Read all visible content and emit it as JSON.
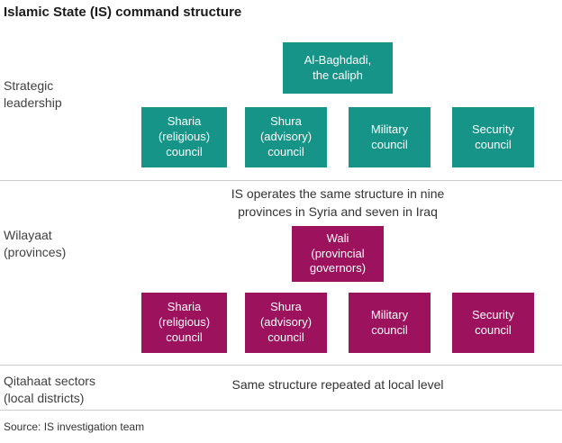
{
  "title": "Islamic State (IS) command structure",
  "colors": {
    "teal": "#169488",
    "magenta": "#9c125c"
  },
  "strategic": {
    "label": "Strategic\nleadership",
    "caliph": "Al-Baghdadi,\nthe caliph",
    "councils": [
      "Sharia\n(religious)\ncouncil",
      "Shura\n(advisory)\ncouncil",
      "Military\ncouncil",
      "Security\ncouncil"
    ]
  },
  "note": "IS operates the same structure in nine\nprovinces in Syria and seven in Iraq",
  "wilayaat": {
    "label": "Wilayaat\n(provinces)",
    "wali": "Wali\n(provincial\ngovernors)",
    "councils": [
      "Sharia\n(religious)\ncouncil",
      "Shura\n(advisory)\ncouncil",
      "Military\ncouncil",
      "Security\ncouncil"
    ]
  },
  "qitahaat": {
    "label": "Qitahaat sectors\n(local districts)",
    "note": "Same structure repeated at local level"
  },
  "source": "Source: IS investigation team"
}
